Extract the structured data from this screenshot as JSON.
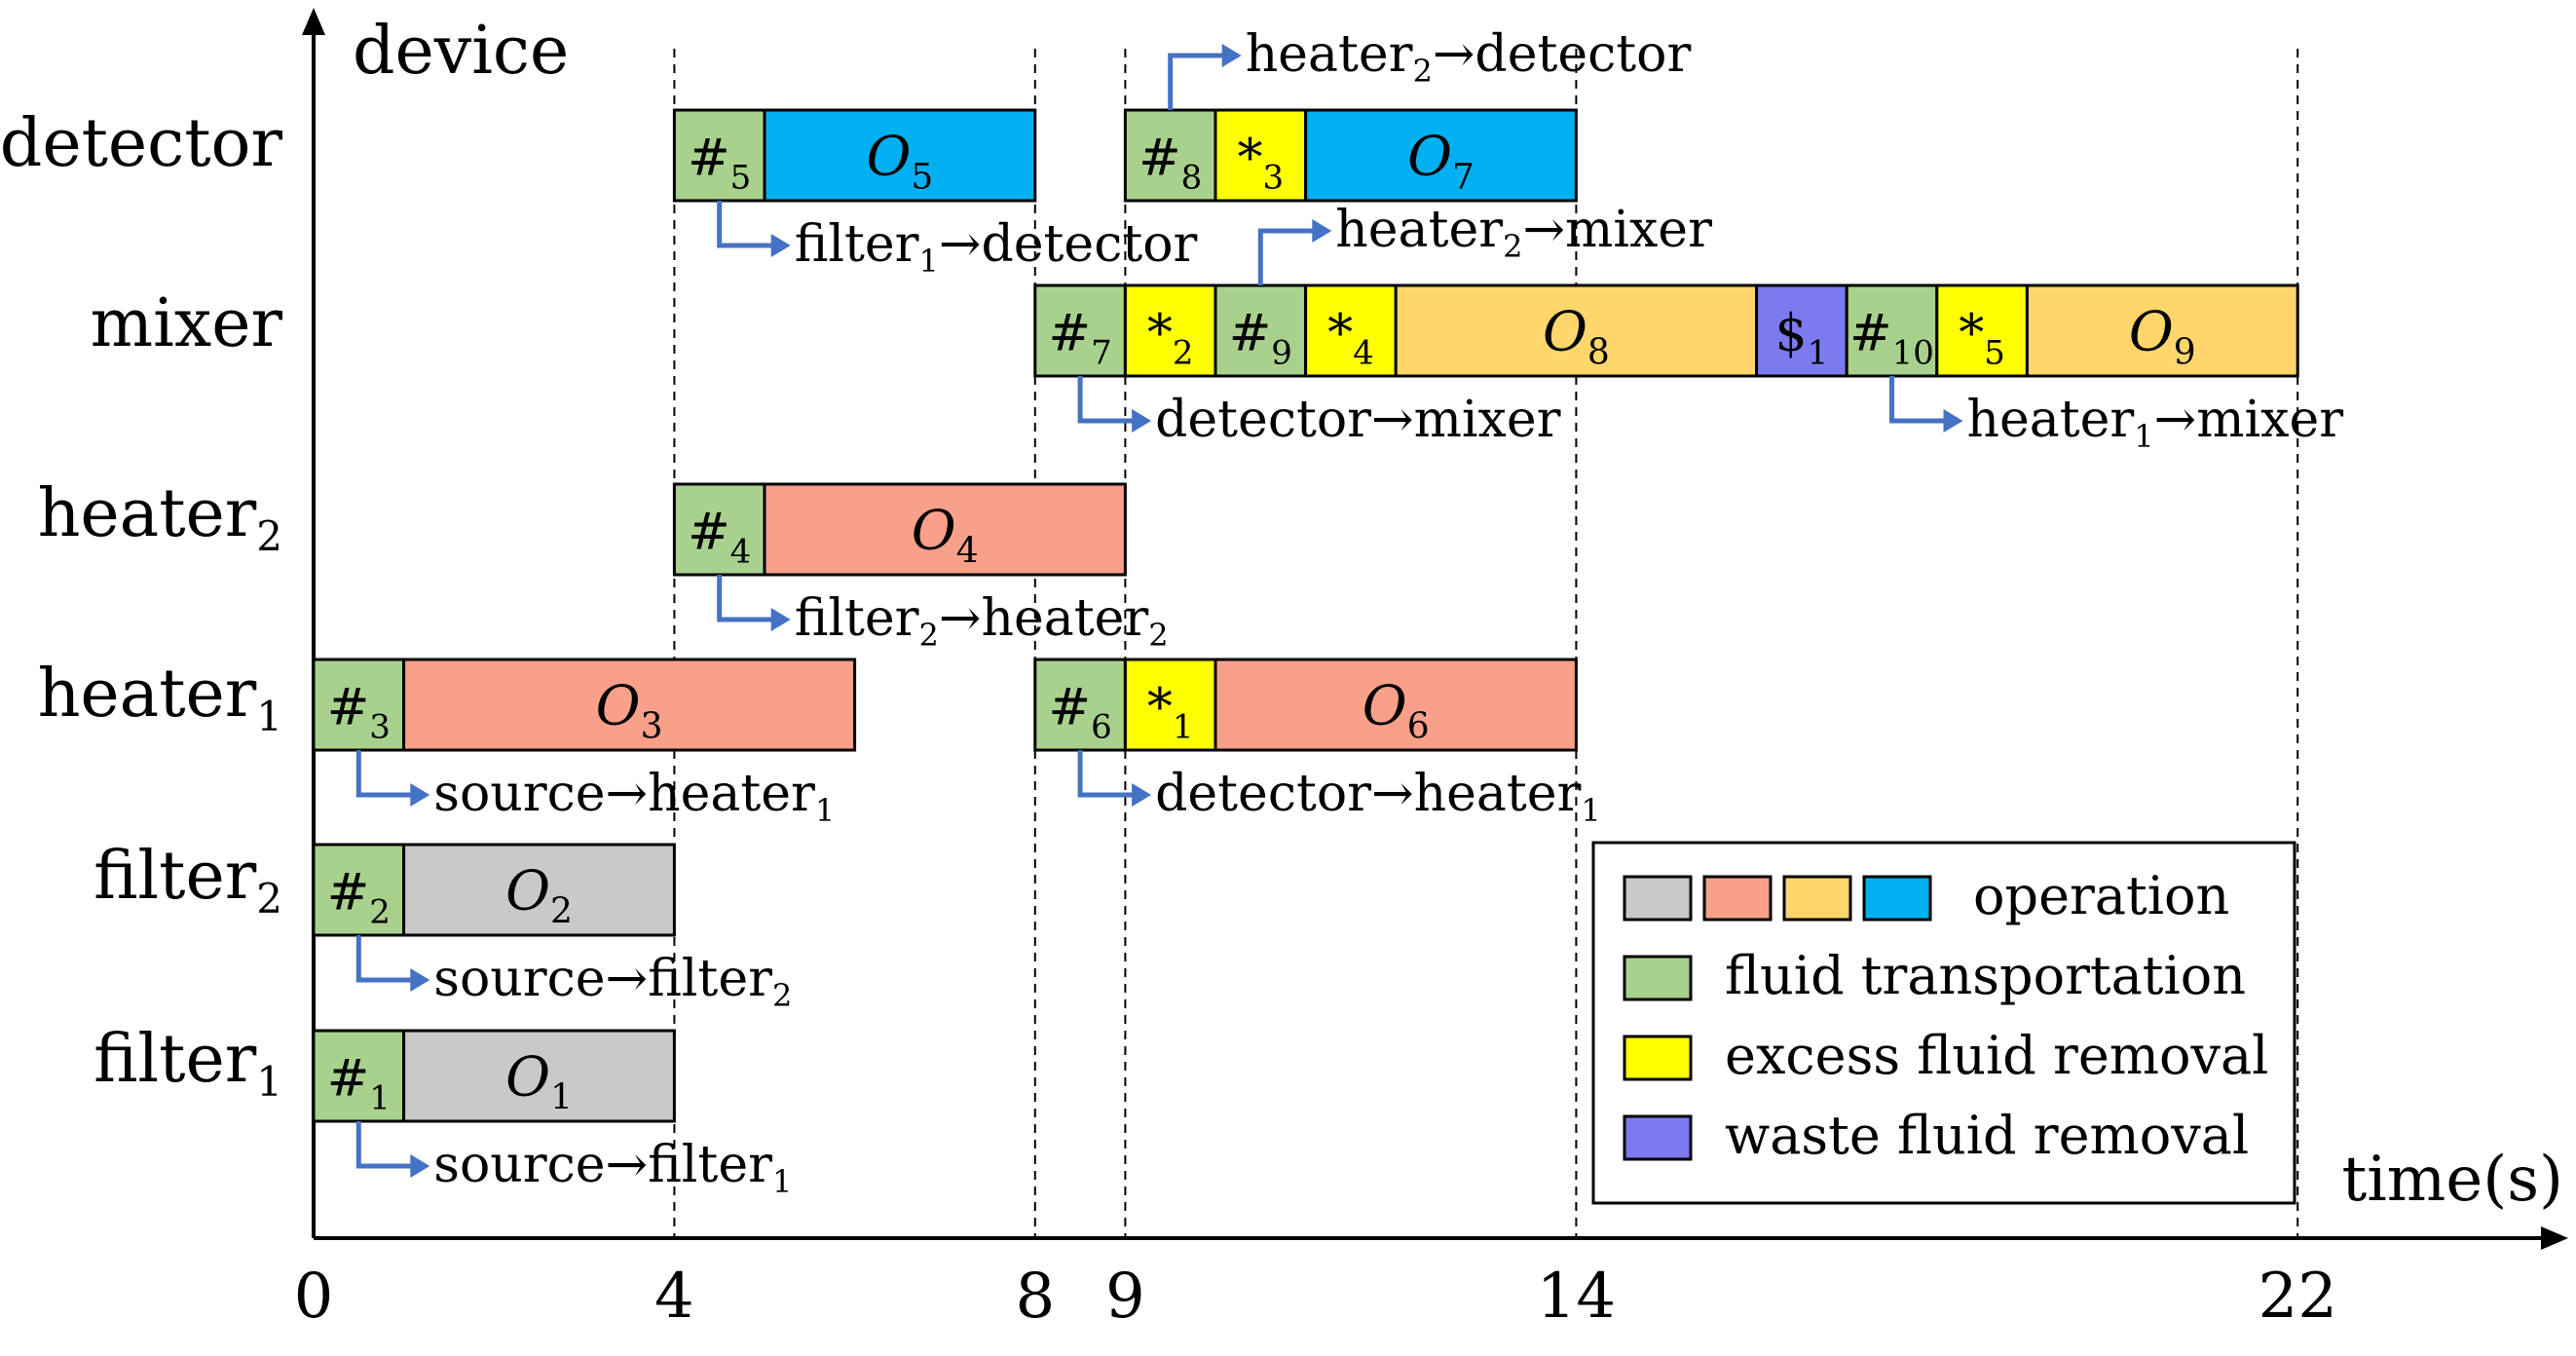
{
  "chart_data": {
    "type": "gantt",
    "title": "",
    "xlabel": "time(s)",
    "ylabel": "device",
    "xlim": [
      0,
      24
    ],
    "x_ticks": [
      "0",
      "4",
      "8",
      "9",
      "14",
      "22"
    ],
    "x_tick_values": [
      0,
      4,
      8,
      9,
      14,
      22
    ],
    "grid": "dashed vertical lines at x = 4, 8, 9, 14, 22",
    "devices": [
      {
        "name": "detector",
        "base": "detector",
        "sub": ""
      },
      {
        "name": "mixer",
        "base": "mixer",
        "sub": ""
      },
      {
        "name": "heater2",
        "base": "heater",
        "sub": "2"
      },
      {
        "name": "heater1",
        "base": "heater",
        "sub": "1"
      },
      {
        "name": "filter2",
        "base": "filter",
        "sub": "2"
      },
      {
        "name": "filter1",
        "base": "filter",
        "sub": "1"
      }
    ],
    "tasks": [
      {
        "device": "detector",
        "kind": "transport",
        "sym": "#",
        "sub": "5",
        "start": 4,
        "end": 5
      },
      {
        "device": "detector",
        "kind": "operation",
        "color": "blue",
        "sym": "O",
        "sub": "5",
        "start": 5,
        "end": 8
      },
      {
        "device": "detector",
        "kind": "transport",
        "sym": "#",
        "sub": "8",
        "start": 9,
        "end": 10
      },
      {
        "device": "detector",
        "kind": "excess",
        "sym": "*",
        "sub": "3",
        "start": 10,
        "end": 11
      },
      {
        "device": "detector",
        "kind": "operation",
        "color": "blue",
        "sym": "O",
        "sub": "7",
        "start": 11,
        "end": 14
      },
      {
        "device": "mixer",
        "kind": "transport",
        "sym": "#",
        "sub": "7",
        "start": 8,
        "end": 9
      },
      {
        "device": "mixer",
        "kind": "excess",
        "sym": "*",
        "sub": "2",
        "start": 9,
        "end": 10
      },
      {
        "device": "mixer",
        "kind": "transport",
        "sym": "#",
        "sub": "9",
        "start": 10,
        "end": 11
      },
      {
        "device": "mixer",
        "kind": "excess",
        "sym": "*",
        "sub": "4",
        "start": 11,
        "end": 12
      },
      {
        "device": "mixer",
        "kind": "operation",
        "color": "orange",
        "sym": "O",
        "sub": "8",
        "start": 12,
        "end": 16
      },
      {
        "device": "mixer",
        "kind": "waste",
        "sym": "$",
        "sub": "1",
        "start": 16,
        "end": 17
      },
      {
        "device": "mixer",
        "kind": "transport",
        "sym": "#",
        "sub": "10",
        "start": 17,
        "end": 18
      },
      {
        "device": "mixer",
        "kind": "excess",
        "sym": "*",
        "sub": "5",
        "start": 18,
        "end": 19
      },
      {
        "device": "mixer",
        "kind": "operation",
        "color": "orange",
        "sym": "O",
        "sub": "9",
        "start": 19,
        "end": 22
      },
      {
        "device": "heater2",
        "kind": "transport",
        "sym": "#",
        "sub": "4",
        "start": 4,
        "end": 5
      },
      {
        "device": "heater2",
        "kind": "operation",
        "color": "salmon",
        "sym": "O",
        "sub": "4",
        "start": 5,
        "end": 9
      },
      {
        "device": "heater1",
        "kind": "transport",
        "sym": "#",
        "sub": "3",
        "start": 0,
        "end": 1
      },
      {
        "device": "heater1",
        "kind": "operation",
        "color": "salmon",
        "sym": "O",
        "sub": "3",
        "start": 1,
        "end": 6
      },
      {
        "device": "heater1",
        "kind": "transport",
        "sym": "#",
        "sub": "6",
        "start": 8,
        "end": 9
      },
      {
        "device": "heater1",
        "kind": "excess",
        "sym": "*",
        "sub": "1",
        "start": 9,
        "end": 10
      },
      {
        "device": "heater1",
        "kind": "operation",
        "color": "salmon",
        "sym": "O",
        "sub": "6",
        "start": 10,
        "end": 14
      },
      {
        "device": "filter2",
        "kind": "transport",
        "sym": "#",
        "sub": "2",
        "start": 0,
        "end": 1
      },
      {
        "device": "filter2",
        "kind": "operation",
        "color": "gray",
        "sym": "O",
        "sub": "2",
        "start": 1,
        "end": 4
      },
      {
        "device": "filter1",
        "kind": "transport",
        "sym": "#",
        "sub": "1",
        "start": 0,
        "end": 1
      },
      {
        "device": "filter1",
        "kind": "operation",
        "color": "gray",
        "sym": "O",
        "sub": "1",
        "start": 1,
        "end": 4
      }
    ],
    "annotations": [
      {
        "device": "detector",
        "side": "above",
        "from_x": 9.5,
        "parts": [
          [
            "heater",
            "2"
          ],
          [
            "→detector",
            ""
          ]
        ]
      },
      {
        "device": "detector",
        "side": "below",
        "from_x": 4.5,
        "parts": [
          [
            "filter",
            "1"
          ],
          [
            "→detector",
            ""
          ]
        ]
      },
      {
        "device": "mixer",
        "side": "above",
        "from_x": 10.5,
        "parts": [
          [
            "heater",
            "2"
          ],
          [
            "→mixer",
            ""
          ]
        ]
      },
      {
        "device": "mixer",
        "side": "below",
        "from_x": 8.5,
        "parts": [
          [
            "detector→mixer",
            ""
          ]
        ]
      },
      {
        "device": "mixer",
        "side": "below",
        "from_x": 17.5,
        "parts": [
          [
            "heater",
            "1"
          ],
          [
            "→mixer",
            ""
          ]
        ]
      },
      {
        "device": "heater2",
        "side": "below",
        "from_x": 4.5,
        "parts": [
          [
            "filter",
            "2"
          ],
          [
            "→heater",
            "2"
          ]
        ]
      },
      {
        "device": "heater1",
        "side": "below",
        "from_x": 0.5,
        "parts": [
          [
            "source→heater",
            "1"
          ]
        ]
      },
      {
        "device": "heater1",
        "side": "below",
        "from_x": 8.5,
        "parts": [
          [
            "detector→heater",
            "1"
          ]
        ]
      },
      {
        "device": "filter2",
        "side": "below",
        "from_x": 0.5,
        "parts": [
          [
            "source→filter",
            "2"
          ]
        ]
      },
      {
        "device": "filter1",
        "side": "below",
        "from_x": 0.5,
        "parts": [
          [
            "source→filter",
            "1"
          ]
        ]
      }
    ],
    "legend": {
      "placement": "bottom-right",
      "entries": [
        {
          "label": "operation",
          "colors": [
            "gray",
            "salmon",
            "orange",
            "blue"
          ]
        },
        {
          "label": "fluid transportation",
          "colors": [
            "transport"
          ]
        },
        {
          "label": "excess fluid removal",
          "colors": [
            "excess"
          ]
        },
        {
          "label": "waste fluid removal",
          "colors": [
            "waste"
          ]
        }
      ]
    },
    "colors": {
      "transport": "#a9d18e",
      "excess": "#ffff00",
      "waste": "#7b7bef",
      "gray": "#c9c9c9",
      "salmon": "#f8a08a",
      "orange": "#ffd66b",
      "blue": "#00b0f0",
      "arrow": "#4472c4",
      "ink": "#000000"
    }
  }
}
